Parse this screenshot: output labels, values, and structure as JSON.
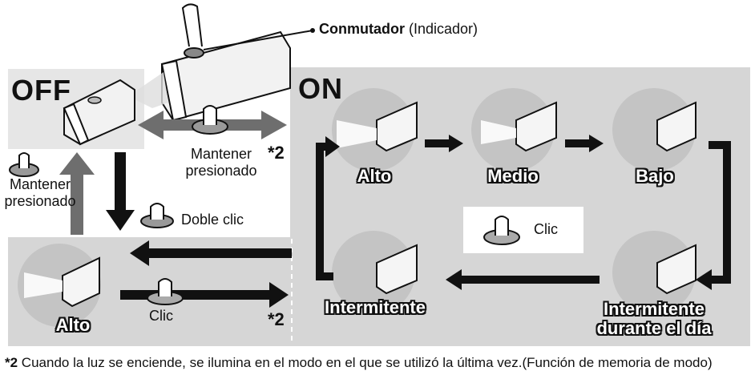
{
  "states": {
    "off_title": "OFF",
    "on_title": "ON"
  },
  "switch_callout": {
    "bold": "Conmutador",
    "rest": " (Indicador)"
  },
  "actions": {
    "hold_right_line1": "Mantener",
    "hold_right_line2": "presionado",
    "hold_left_line1": "Mantener",
    "hold_left_line2": "presionado",
    "double_click": "Doble clic",
    "clic_center": "Clic",
    "clic_bottom": "Clic"
  },
  "modes": {
    "alto": "Alto",
    "medio": "Medio",
    "bajo": "Bajo",
    "intermitente": "Intermitente",
    "intermitente_dia_line1": "Intermitente",
    "intermitente_dia_line2": "durante el día",
    "alto_off": "Alto"
  },
  "refs": {
    "top": "*2",
    "bottom": "*2"
  },
  "footnote": {
    "mark": "*2",
    "text": "  Cuando la luz se enciende, se ilumina en el modo en el que se utilizó la última vez.(Función de memoria de modo)"
  },
  "colors": {
    "panel_gray": "#d6d6d6",
    "off_panel": "#e6e6e6",
    "arrow_gray": "#6e6e6e",
    "arrow_black": "#111111",
    "circle_fill": "#c4c4c4"
  }
}
